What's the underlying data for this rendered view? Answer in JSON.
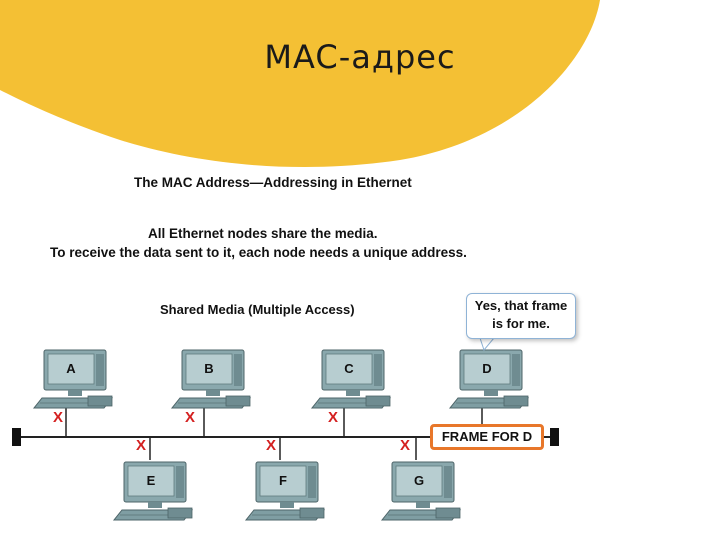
{
  "slide": {
    "title": "MAC-адрес",
    "colors": {
      "accent_blob": "#f4c034",
      "bus": "#222222",
      "computer": "#7f9ea3",
      "x_mark": "#d42020",
      "frame_border": "#e8772a"
    }
  },
  "diagram": {
    "heading": "The MAC Address—Addressing in Ethernet",
    "intro_line1": "All Ethernet nodes share the media.",
    "intro_line2": "To receive the data sent to it, each node needs a unique address.",
    "shared_media_label": "Shared Media (Multiple Access)",
    "callout_line1": "Yes, that frame",
    "callout_line2": "is for me.",
    "frame_label": "FRAME FOR D",
    "x_mark": "X",
    "nodes": {
      "a": "A",
      "b": "B",
      "c": "C",
      "d": "D",
      "e": "E",
      "f": "F",
      "g": "G"
    }
  }
}
